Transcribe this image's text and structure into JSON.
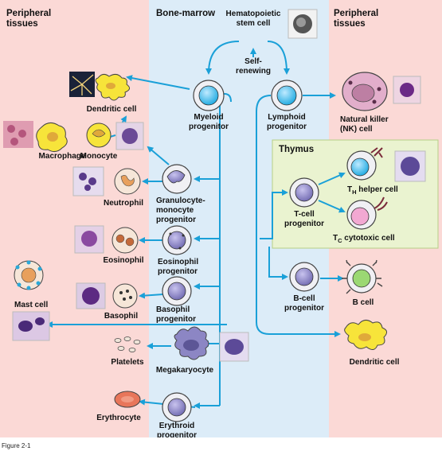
{
  "headers": {
    "peripheral_left_1": "Peripheral",
    "peripheral_left_2": "tissues",
    "bone_marrow": "Bone-marrow",
    "peripheral_right_1": "Peripheral",
    "peripheral_right_2": "tissues",
    "thymus": "Thymus"
  },
  "labels": {
    "hsc_1": "Hematopoietic",
    "hsc_2": "stem cell",
    "self_1": "Self-",
    "self_2": "renewing",
    "myeloid_1": "Myeloid",
    "myeloid_2": "progenitor",
    "lymphoid_1": "Lymphoid",
    "lymphoid_2": "progenitor",
    "nk_1": "Natural killer",
    "nk_2": "(NK) cell",
    "dendritic_left": "Dendritic cell",
    "macrophage": "Macrophage",
    "monocyte": "Monocyte",
    "gm_1": "Granulocyte-",
    "gm_2": "monocyte",
    "gm_3": "progenitor",
    "neutrophil": "Neutrophil",
    "eosinophil": "Eosinophil",
    "eos_prog_1": "Eosinophil",
    "eos_prog_2": "progenitor",
    "baso_prog_1": "Basophil",
    "baso_prog_2": "progenitor",
    "basophil": "Basophil",
    "mast_cell": "Mast cell",
    "platelets": "Platelets",
    "megakaryocyte": "Megakaryocyte",
    "erythrocyte": "Erythrocyte",
    "ery_prog_1": "Erythroid",
    "ery_prog_2": "progenitor",
    "tcell_prog_1": "T-cell",
    "tcell_prog_2": "progenitor",
    "th_main": "T",
    "th_sub": "H",
    "th_rest": " helper cell",
    "tc_main": "T",
    "tc_sub": "C",
    "tc_rest": " cytotoxic cell",
    "bcell_prog_1": "B-cell",
    "bcell_prog_2": "progenitor",
    "bcell": "B cell",
    "dendritic_right": "Dendritic cell"
  },
  "caption": "Figure 2-1",
  "colors": {
    "peripheral_bg": "#fbd9d6",
    "marrow_bg": "#dcecf8",
    "thymus_bg": "#eaf3d0",
    "arrow": "#1aa0d8",
    "cell_blue": "#29b5e8",
    "cell_purple": "#8c86c4",
    "cell_yellow": "#f7e43a",
    "nk_pink": "#e2aecb",
    "erythrocyte": "#e8765a",
    "bcell_green": "#9bd873"
  }
}
